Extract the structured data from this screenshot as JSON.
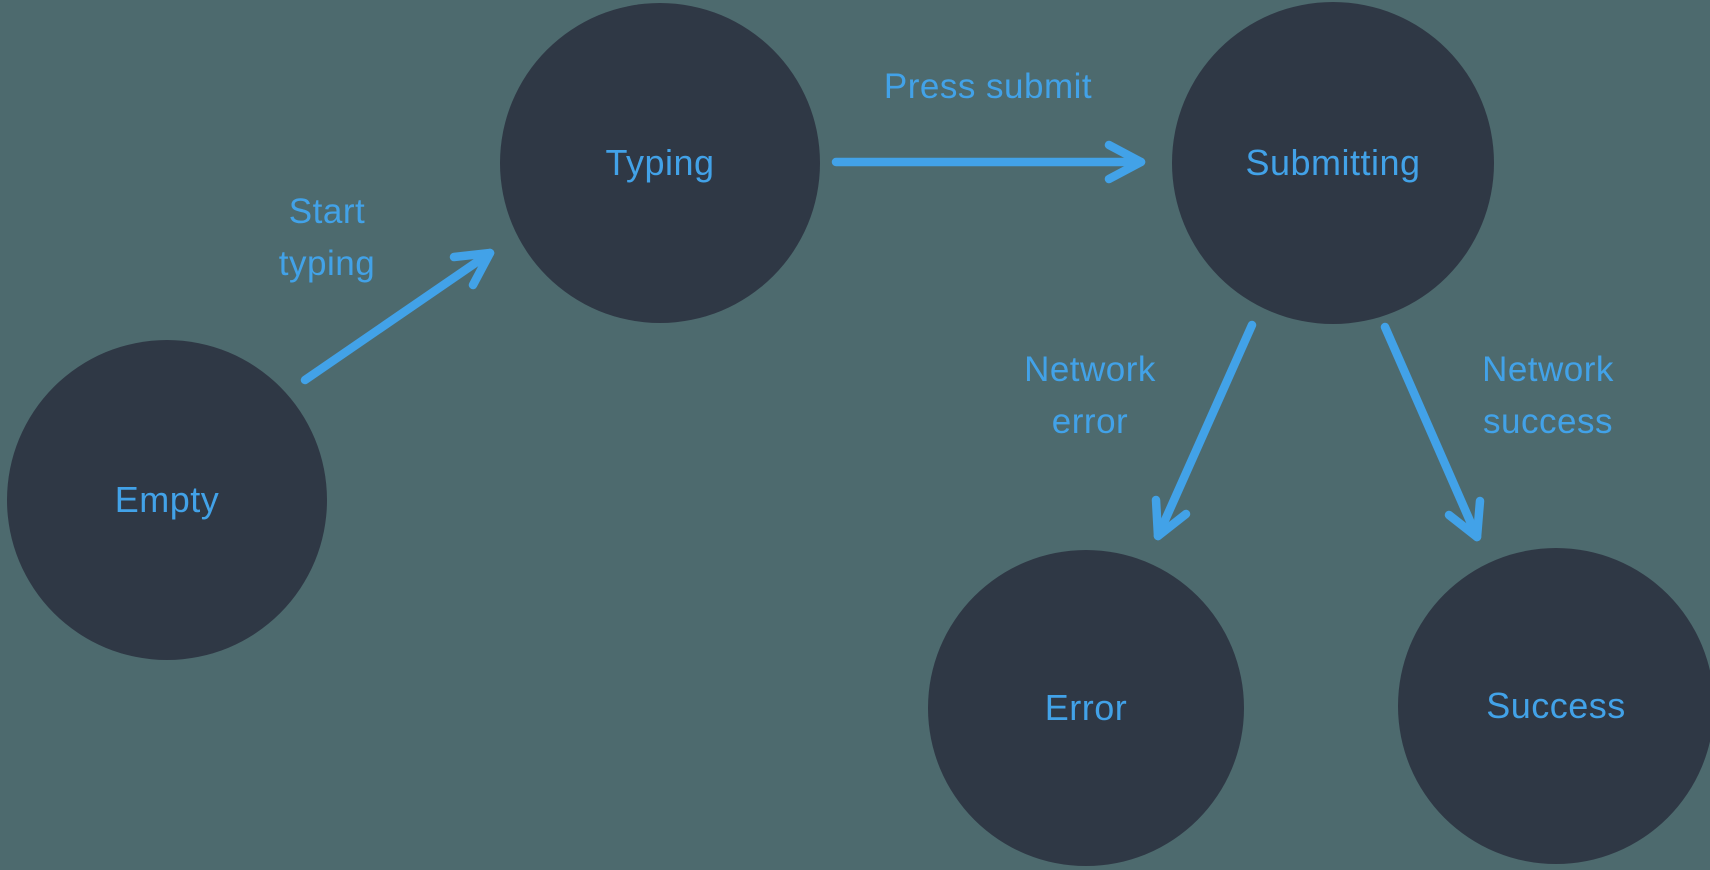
{
  "colors": {
    "background": "#4d6a6e",
    "node": "#2f3845",
    "accent": "#42a2e8"
  },
  "states": [
    {
      "id": "empty",
      "label": "Empty"
    },
    {
      "id": "typing",
      "label": "Typing"
    },
    {
      "id": "submitting",
      "label": "Submitting"
    },
    {
      "id": "error",
      "label": "Error"
    },
    {
      "id": "success",
      "label": "Success"
    }
  ],
  "transitions": [
    {
      "from": "empty",
      "to": "typing",
      "label_lines": [
        "Start",
        "typing"
      ]
    },
    {
      "from": "typing",
      "to": "submitting",
      "label_lines": [
        "Press submit"
      ]
    },
    {
      "from": "submitting",
      "to": "error",
      "label_lines": [
        "Network",
        "error"
      ]
    },
    {
      "from": "submitting",
      "to": "success",
      "label_lines": [
        "Network",
        "success"
      ]
    }
  ]
}
